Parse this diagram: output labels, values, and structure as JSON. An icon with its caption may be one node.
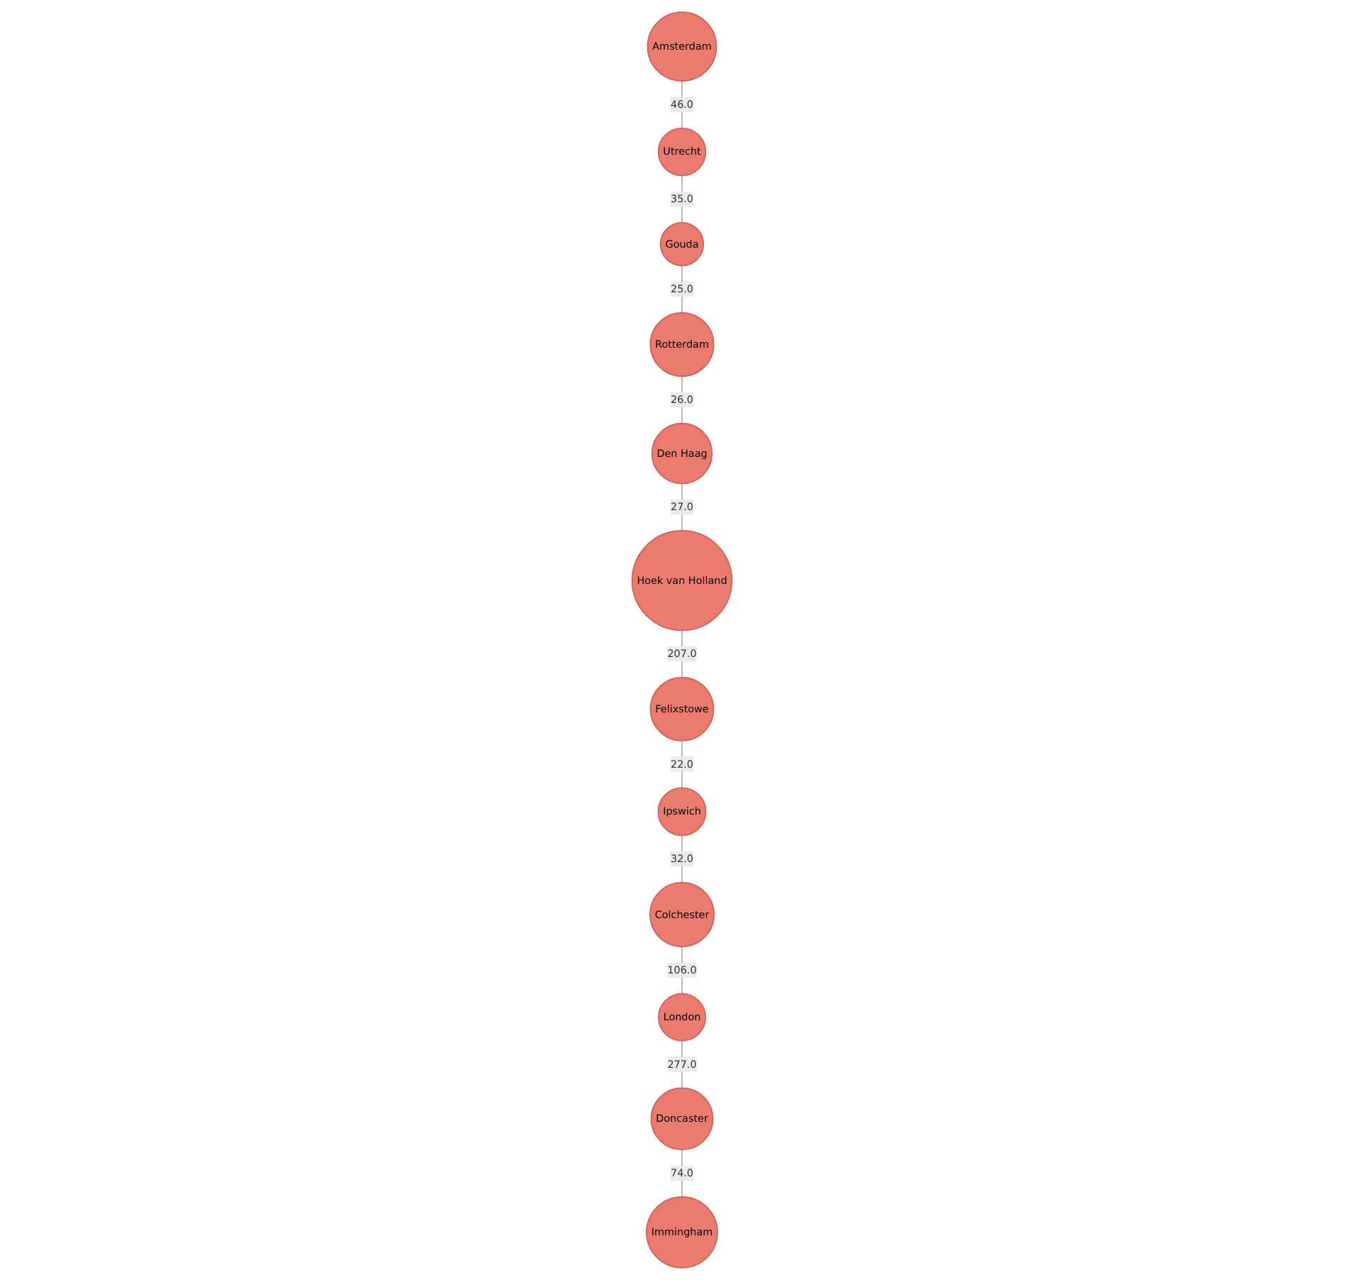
{
  "diagram": {
    "nodes": [
      {
        "text": [
          "Amsterdam"
        ]
      },
      {
        "text": [
          "Utrecht"
        ]
      },
      {
        "text": [
          "Immingham"
        ]
      },
      {
        "text": [
          "London"
        ]
      },
      {
        "text": [
          "Colchester"
        ]
      },
      {
        "text": [
          "Gouda"
        ]
      },
      {
        "text": [
          "Doncaster"
        ]
      },
      {
        "text": [
          "Ipswich"
        ]
      },
      {
        "text": [
          "Rotterdam"
        ]
      },
      {
        "text": [
          "Den Haag"
        ]
      },
      {
        "text": [
          "Felixstowe"
        ]
      },
      {
        "text": [
          "Hoek van Holland"
        ]
      }
    ],
    "edges": [
      {
        "from": 0,
        "to": 1,
        "arrow": "none",
        "label": "46.0"
      },
      {
        "from": 1,
        "to": 5,
        "arrow": "none",
        "label": "35.0"
      },
      {
        "from": 5,
        "to": 8,
        "arrow": "none",
        "label": "25.0"
      },
      {
        "from": 8,
        "to": 9,
        "arrow": "none",
        "label": "26.0"
      },
      {
        "from": 9,
        "to": 11,
        "arrow": "none",
        "label": "27.0"
      },
      {
        "from": 11,
        "to": 10,
        "arrow": "none",
        "label": "207.0"
      },
      {
        "from": 10,
        "to": 7,
        "arrow": "none",
        "label": "22.0"
      },
      {
        "from": 7,
        "to": 4,
        "arrow": "none",
        "label": "32.0"
      },
      {
        "from": 4,
        "to": 3,
        "arrow": "none",
        "label": "106.0"
      },
      {
        "from": 3,
        "to": 6,
        "arrow": "none",
        "label": "277.0"
      },
      {
        "from": 6,
        "to": 2,
        "arrow": "none",
        "label": "74.0"
      }
    ]
  }
}
